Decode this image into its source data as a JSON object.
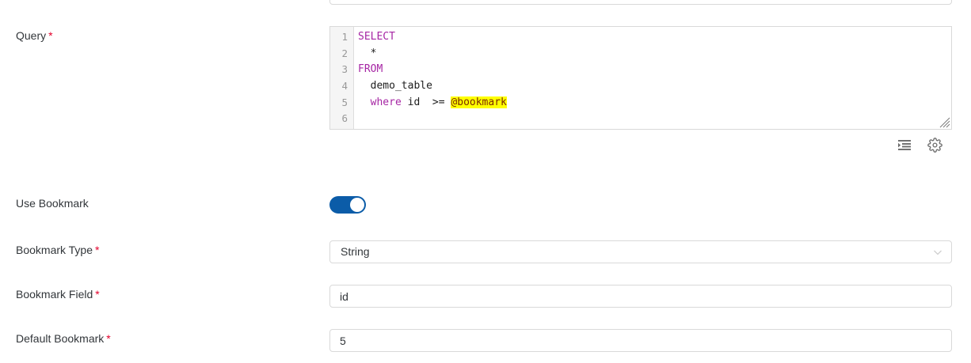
{
  "form": {
    "rows": [
      {
        "label": "Query",
        "required": true
      },
      {
        "label": "Use Bookmark",
        "required": false
      },
      {
        "label": "Bookmark Type",
        "required": true
      },
      {
        "label": "Bookmark Field",
        "required": true
      },
      {
        "label": "Default Bookmark",
        "required": true
      }
    ],
    "required_marker": "*"
  },
  "query_editor": {
    "line_numbers": [
      "1",
      "2",
      "3",
      "4",
      "5",
      "6"
    ],
    "lines": [
      {
        "n": "1",
        "tokens": [
          {
            "t": "SELECT",
            "k": "kw"
          }
        ]
      },
      {
        "n": "2",
        "tokens": [
          {
            "t": "  *",
            "k": "plain"
          }
        ]
      },
      {
        "n": "3",
        "tokens": [
          {
            "t": "FROM",
            "k": "kw"
          }
        ]
      },
      {
        "n": "4",
        "tokens": [
          {
            "t": "  demo_table",
            "k": "plain"
          }
        ]
      },
      {
        "n": "5",
        "tokens": [
          {
            "t": "  ",
            "k": "plain"
          },
          {
            "t": "where",
            "k": "kw"
          },
          {
            "t": " id  >= ",
            "k": "plain"
          },
          {
            "t": "@bookmark",
            "k": "var"
          }
        ]
      },
      {
        "n": "6",
        "tokens": [
          {
            "t": "",
            "k": "plain"
          }
        ]
      }
    ],
    "plain_text": "SELECT\n  *\nFROM\n  demo_table\n  where id  >= @bookmark\n",
    "keyword_color": "#a626a4",
    "variable_highlight_bg": "#ffff00",
    "variable_text_color": "#7a2800",
    "gutter_bg": "#f5f5f5",
    "toolbar": [
      {
        "icon": "format-indent-icon",
        "label": "Format"
      },
      {
        "icon": "gear-icon",
        "label": "Settings"
      }
    ]
  },
  "use_bookmark": {
    "state": "on",
    "on_color": "#0b5ca8",
    "knob_color": "#ffffff"
  },
  "bookmark_type": {
    "value": "String",
    "placeholder": "",
    "chevron": "chevron-down-icon"
  },
  "bookmark_field": {
    "value": "id",
    "placeholder": ""
  },
  "default_bookmark": {
    "value": "5",
    "placeholder": ""
  }
}
